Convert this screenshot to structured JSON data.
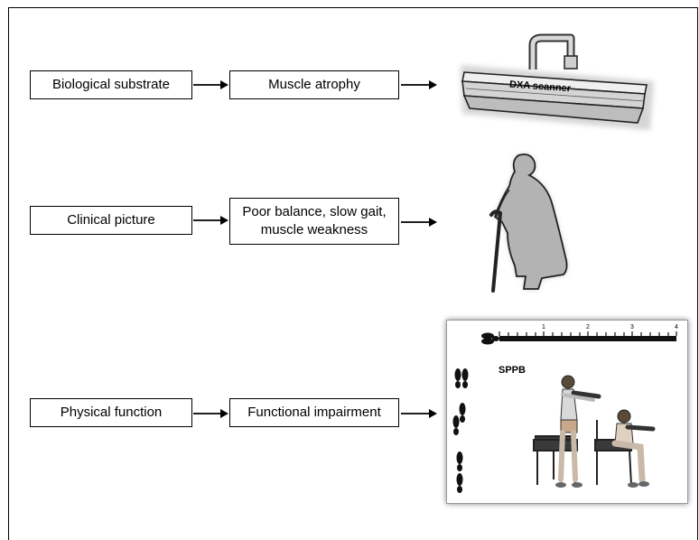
{
  "rows": [
    {
      "category": "Biological substrate",
      "feature": "Muscle atrophy"
    },
    {
      "category": "Clinical picture",
      "feature": "Poor balance, slow gait, muscle weakness"
    },
    {
      "category": "Physical function",
      "feature": "Functional impairment"
    }
  ],
  "scanner": {
    "label": "DXA scanner"
  },
  "sppb": {
    "label": "SPPB",
    "ruler_ticks": [
      "1",
      "2",
      "3",
      "4"
    ]
  }
}
